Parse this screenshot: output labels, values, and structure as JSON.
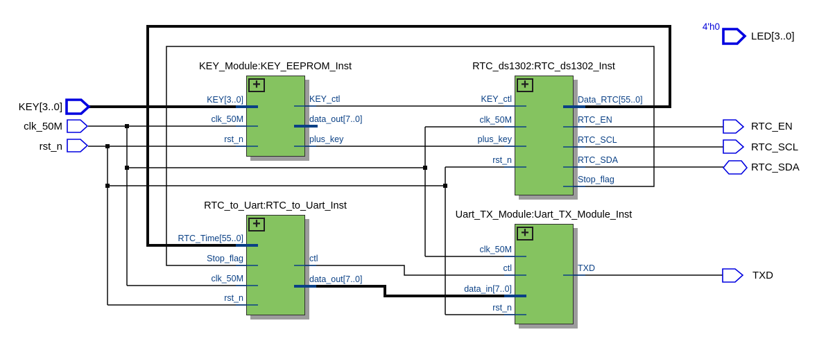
{
  "schematic": {
    "expand_glyph": "+",
    "colors": {
      "module_fill": "#85c360",
      "module_border": "#2d2d2d",
      "shadow_gray": "#9c9c9c",
      "port_navy": "#0a4085",
      "pin_blue": "#0000e0",
      "wire_black": "#0a0a0a",
      "const_blue": "#0000d8"
    },
    "input_pins": [
      {
        "name": "KEY[3..0]",
        "bus": true
      },
      {
        "name": "clk_50M",
        "bus": false
      },
      {
        "name": "rst_n",
        "bus": false
      }
    ],
    "output_pins": [
      {
        "name": "LED[3..0]",
        "bus": true,
        "constant": "4'h0"
      },
      {
        "name": "RTC_EN",
        "bus": false
      },
      {
        "name": "RTC_SCL",
        "bus": false
      },
      {
        "name": "RTC_SDA",
        "bus": false,
        "bidir": true
      },
      {
        "name": "TXD",
        "bus": false
      }
    ],
    "modules": [
      {
        "title": "KEY_Module:KEY_EEPROM_Inst",
        "ports_left": [
          "KEY[3..0]",
          "clk_50M",
          "rst_n"
        ],
        "ports_right": [
          "KEY_ctl",
          "data_out[7..0]",
          "plus_key"
        ]
      },
      {
        "title": "RTC_ds1302:RTC_ds1302_Inst",
        "ports_left": [
          "KEY_ctl",
          "clk_50M",
          "plus_key",
          "rst_n"
        ],
        "ports_right": [
          "Data_RTC[55..0]",
          "RTC_EN",
          "RTC_SCL",
          "RTC_SDA",
          "Stop_flag"
        ]
      },
      {
        "title": "RTC_to_Uart:RTC_to_Uart_Inst",
        "ports_left": [
          "RTC_Time[55..0]",
          "Stop_flag",
          "clk_50M",
          "rst_n"
        ],
        "ports_right": [
          "ctl",
          "data_out[7..0]"
        ]
      },
      {
        "title": "Uart_TX_Module:Uart_TX_Module_Inst",
        "ports_left": [
          "clk_50M",
          "ctl",
          "data_in[7..0]",
          "rst_n"
        ],
        "ports_right": [
          "TXD"
        ]
      }
    ]
  }
}
